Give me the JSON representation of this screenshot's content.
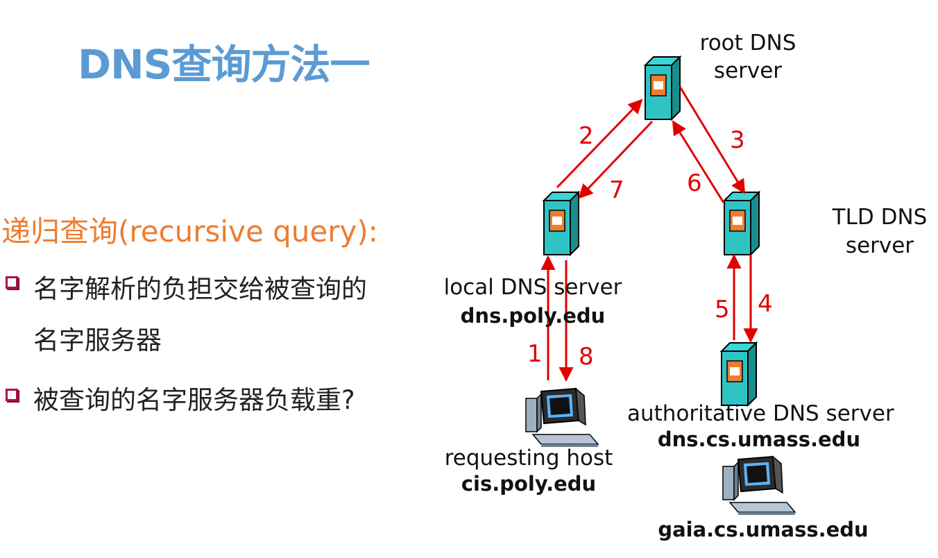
{
  "title": "DNS查询方法一",
  "left": {
    "heading": "递归查询(recursive query):",
    "bullets": [
      {
        "line1": "名字解析的负担交给被查询的",
        "line2": "名字服务器"
      },
      {
        "line1": "被查询的名字服务器负载重?"
      }
    ]
  },
  "diagram": {
    "root": {
      "label_line1": "root DNS",
      "label_line2": "server"
    },
    "tld": {
      "label_line1": "TLD DNS",
      "label_line2": "server"
    },
    "local": {
      "label": "local DNS server",
      "host": "dns.poly.edu"
    },
    "requesting": {
      "label": "requesting host",
      "host": "cis.poly.edu"
    },
    "authoritative": {
      "label": "authoritative DNS server",
      "host": "dns.cs.umass.edu"
    },
    "gaia": {
      "host": "gaia.cs.umass.edu"
    },
    "steps": [
      "1",
      "2",
      "3",
      "4",
      "5",
      "6",
      "7",
      "8"
    ]
  },
  "colors": {
    "title": "#5b9bd5",
    "heading": "#ed7d31",
    "arrow": "#e00000",
    "server_body": "#2ec4c4",
    "server_panel": "#ed7d31"
  }
}
